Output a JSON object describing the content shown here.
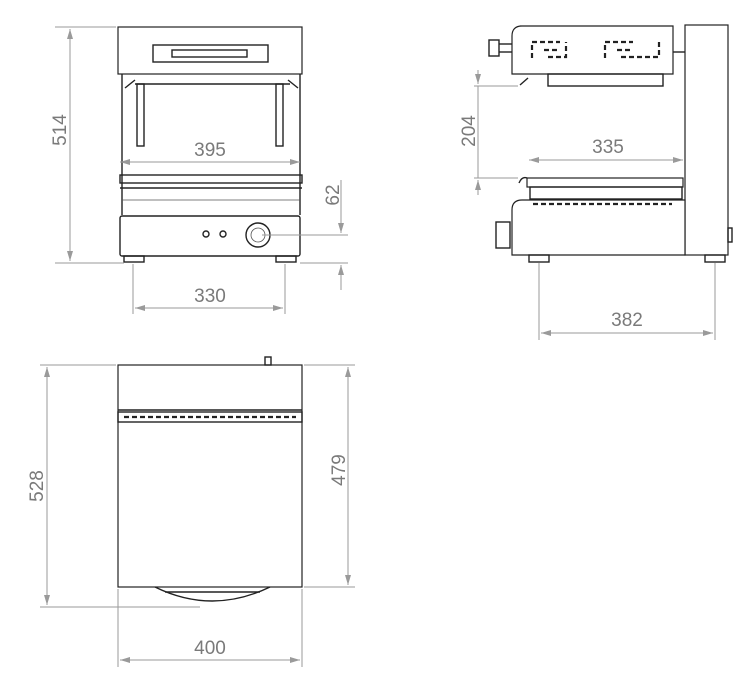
{
  "drawing": {
    "front_view": {
      "dimensions": {
        "height": "514",
        "inner_width": "395",
        "control_height": "62",
        "feet_spacing": "330"
      }
    },
    "side_view": {
      "dimensions": {
        "grill_gap": "204",
        "grill_depth": "335",
        "feet_spacing": "382"
      }
    },
    "top_view": {
      "dimensions": {
        "total_depth": "528",
        "body_depth": "479",
        "width": "400"
      }
    }
  },
  "colors": {
    "line": "#222222",
    "dimension": "#9a9a9a",
    "dimension_text": "#7a7a7a"
  }
}
